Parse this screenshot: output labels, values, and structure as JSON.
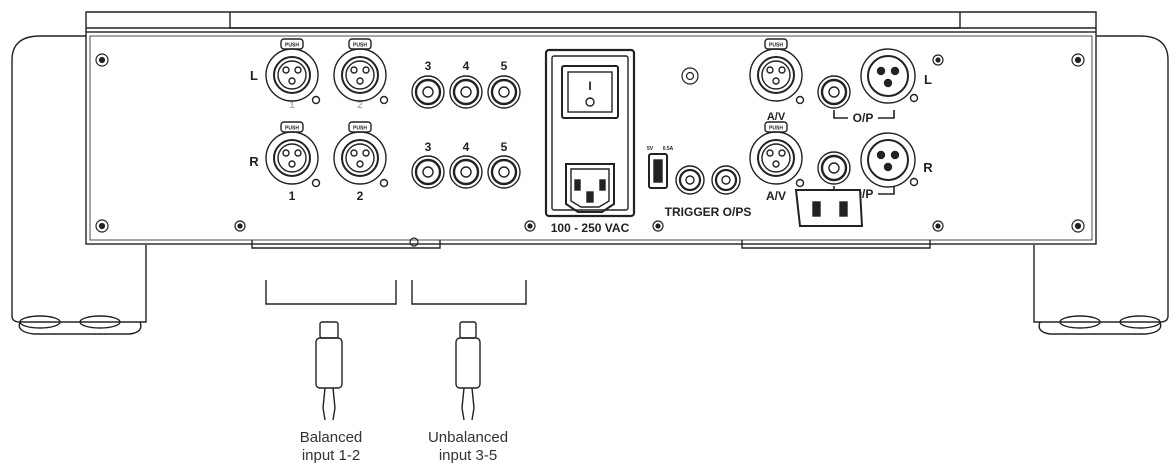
{
  "rear_panel": {
    "balanced_inputs": {
      "rows": [
        {
          "side_label": "L",
          "push": [
            "PUSH",
            "PUSH"
          ],
          "numbers": [
            "1",
            "2"
          ]
        },
        {
          "side_label": "R",
          "push": [
            "PUSH",
            "PUSH"
          ],
          "numbers": [
            "1",
            "2"
          ]
        }
      ],
      "numbers": [
        "1",
        "2"
      ]
    },
    "unbalanced_inputs": {
      "numbers": [
        "3",
        "4",
        "5"
      ]
    },
    "power": {
      "switch_symbol_on": "I",
      "voltage_label": "100 - 250 VAC"
    },
    "usb": {
      "voltage": "5V",
      "current": "0.5A"
    },
    "trigger": {
      "label": "TRIGGER O/PS"
    },
    "av": {
      "push": [
        "PUSH",
        "PUSH"
      ],
      "labels": [
        "A/V",
        "A/V"
      ]
    },
    "outputs": {
      "labels": [
        "O/P",
        "O/P"
      ],
      "sides": [
        "L",
        "R"
      ]
    }
  },
  "callouts": [
    {
      "lines": [
        "Balanced",
        "input 1-2"
      ]
    },
    {
      "lines": [
        "Unbalanced",
        "input 3-5"
      ]
    }
  ]
}
